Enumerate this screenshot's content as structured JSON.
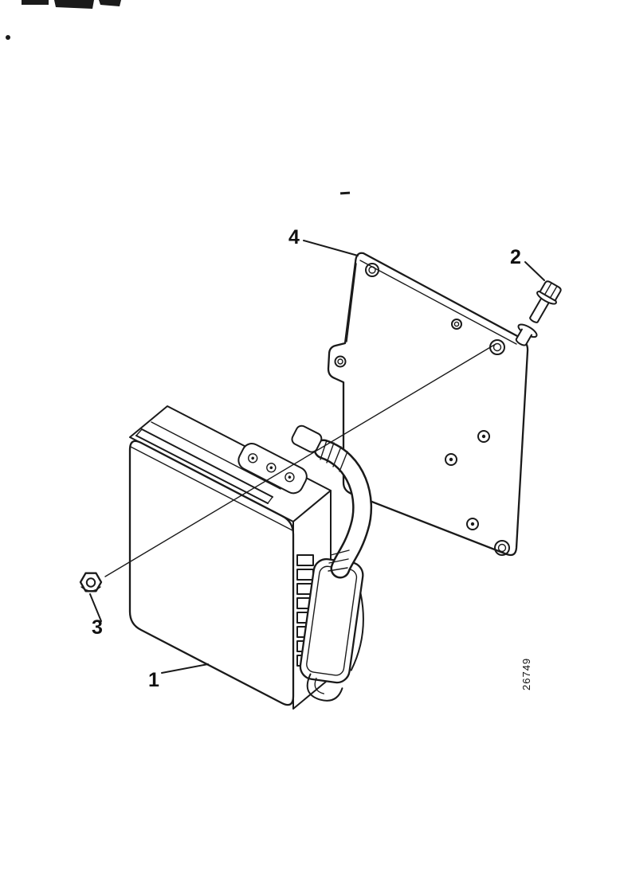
{
  "page": {
    "background": "#ffffff",
    "ink_color": "#1a1a1a"
  },
  "figure": {
    "drawing_number": "26749"
  },
  "callouts": [
    {
      "label": "1"
    },
    {
      "label": "2"
    },
    {
      "label": "3"
    },
    {
      "label": "4"
    }
  ]
}
